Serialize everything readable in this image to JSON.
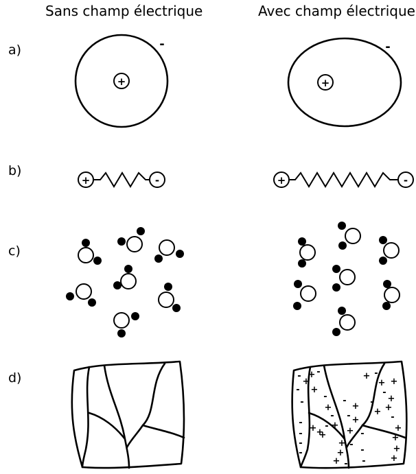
{
  "columns": {
    "left_title": "Sans champ électrique",
    "right_title": "Avec champ électrique"
  },
  "rows": [
    {
      "label": "a)"
    },
    {
      "label": "b)"
    },
    {
      "label": "c)"
    },
    {
      "label": "d)"
    }
  ],
  "signs": {
    "plus": "+",
    "minus": "-"
  }
}
